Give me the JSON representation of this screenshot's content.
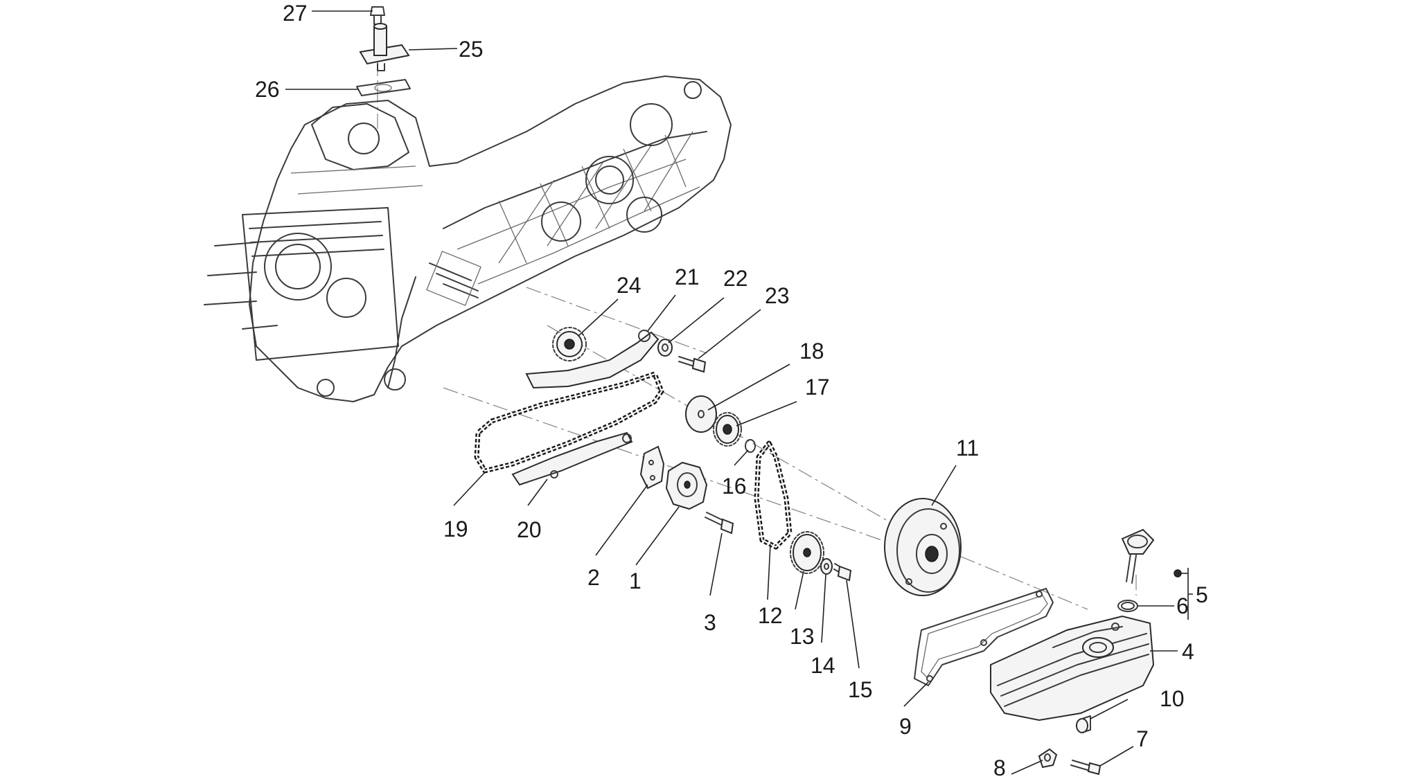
{
  "callouts": [
    {
      "id": "1",
      "text": "1"
    },
    {
      "id": "2",
      "text": "2"
    },
    {
      "id": "3",
      "text": "3"
    },
    {
      "id": "4",
      "text": "4"
    },
    {
      "id": "5",
      "text": "5"
    },
    {
      "id": "6",
      "text": "6"
    },
    {
      "id": "7",
      "text": "7"
    },
    {
      "id": "8",
      "text": "8"
    },
    {
      "id": "9",
      "text": "9"
    },
    {
      "id": "10",
      "text": "10"
    },
    {
      "id": "11",
      "text": "11"
    },
    {
      "id": "12",
      "text": "12"
    },
    {
      "id": "13",
      "text": "13"
    },
    {
      "id": "14",
      "text": "14"
    },
    {
      "id": "15",
      "text": "15"
    },
    {
      "id": "16",
      "text": "16"
    },
    {
      "id": "17",
      "text": "17"
    },
    {
      "id": "18",
      "text": "18"
    },
    {
      "id": "19",
      "text": "19"
    },
    {
      "id": "20",
      "text": "20"
    },
    {
      "id": "21",
      "text": "21"
    },
    {
      "id": "22",
      "text": "22"
    },
    {
      "id": "23",
      "text": "23"
    },
    {
      "id": "24",
      "text": "24"
    },
    {
      "id": "25",
      "text": "25"
    },
    {
      "id": "26",
      "text": "26"
    },
    {
      "id": "27",
      "text": "27"
    }
  ],
  "colors": {
    "line": "#3a3a3a",
    "label": "#1a1a1a",
    "background": "#ffffff"
  }
}
